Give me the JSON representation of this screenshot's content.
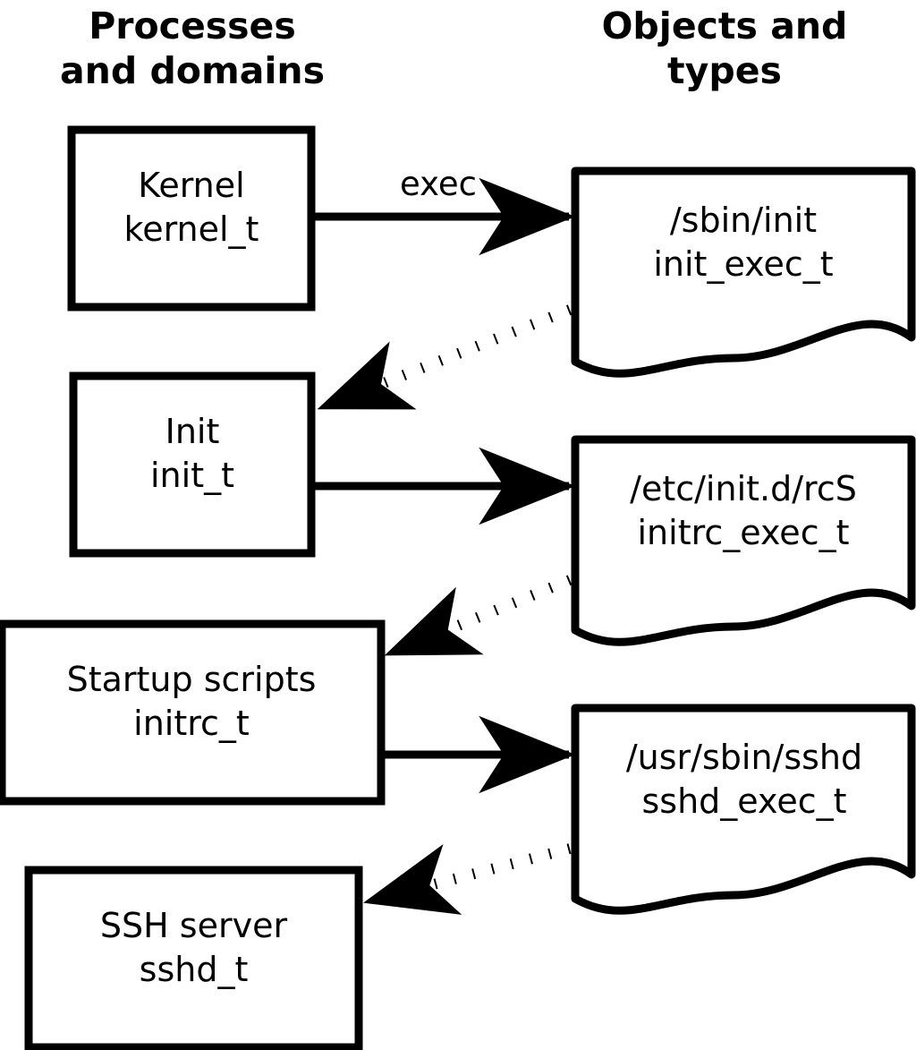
{
  "headers": {
    "left": "Processes\nand domains",
    "right": "Objects and\ntypes"
  },
  "colors": {
    "stroke": "#000000",
    "fill": "#ffffff",
    "background": "#ffffff"
  },
  "process_nodes": [
    {
      "id": "kernel",
      "title": "Kernel",
      "type": "kernel_t",
      "label": "Kernel\nkernel_t"
    },
    {
      "id": "init",
      "title": "Init",
      "type": "init_t",
      "label": "Init\ninit_t"
    },
    {
      "id": "initrc",
      "title": "Startup scripts",
      "type": "initrc_t",
      "label": "Startup scripts\ninitrc_t"
    },
    {
      "id": "sshd",
      "title": "SSH server",
      "type": "sshd_t",
      "label": "SSH server\nsshd_t"
    }
  ],
  "object_nodes": [
    {
      "id": "init_exec",
      "path": "/sbin/init",
      "type": "init_exec_t",
      "label": "/sbin/init\ninit_exec_t"
    },
    {
      "id": "initrc_exec",
      "path": "/etc/init.d/rcS",
      "type": "initrc_exec_t",
      "label": "/etc/init.d/rcS\ninitrc_exec_t"
    },
    {
      "id": "sshd_exec",
      "path": "/usr/sbin/sshd",
      "type": "sshd_exec_t",
      "label": "/usr/sbin/sshd\nsshd_exec_t"
    }
  ],
  "edges": [
    {
      "id": "kernel-exec-init",
      "from": "kernel",
      "to": "init_exec",
      "style": "solid",
      "label": "exec"
    },
    {
      "id": "init-exec-transition",
      "from": "init_exec",
      "to": "init",
      "style": "dotted",
      "label": ""
    },
    {
      "id": "init-exec-initrc",
      "from": "init",
      "to": "initrc_exec",
      "style": "solid",
      "label": ""
    },
    {
      "id": "initrc-exec-transition",
      "from": "initrc_exec",
      "to": "initrc",
      "style": "dotted",
      "label": ""
    },
    {
      "id": "initrc-exec-sshd",
      "from": "initrc",
      "to": "sshd_exec",
      "style": "solid",
      "label": ""
    },
    {
      "id": "sshd-exec-transition",
      "from": "sshd_exec",
      "to": "sshd",
      "style": "dotted",
      "label": ""
    }
  ],
  "edge_labels": {
    "exec": "exec"
  }
}
